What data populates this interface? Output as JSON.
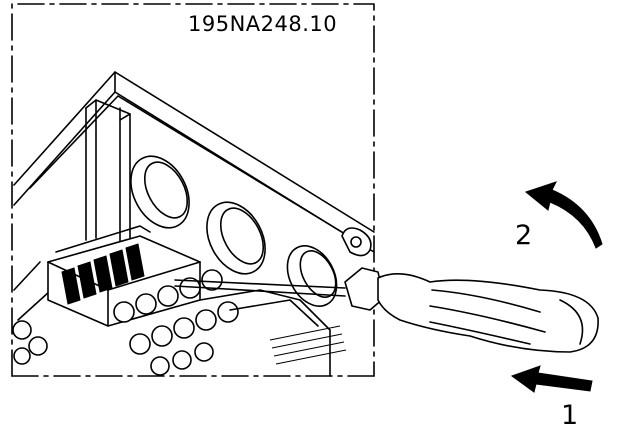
{
  "figure": {
    "reference_code": "195NA248.10",
    "step_push": {
      "number": "1",
      "arrow_icon": "straight-arrow-left-icon"
    },
    "step_rotate": {
      "number": "2",
      "arrow_icon": "curved-arrow-up-left-icon"
    },
    "tool_icon": "screwdriver-icon",
    "subject_icon": "terminal-block-icon"
  }
}
